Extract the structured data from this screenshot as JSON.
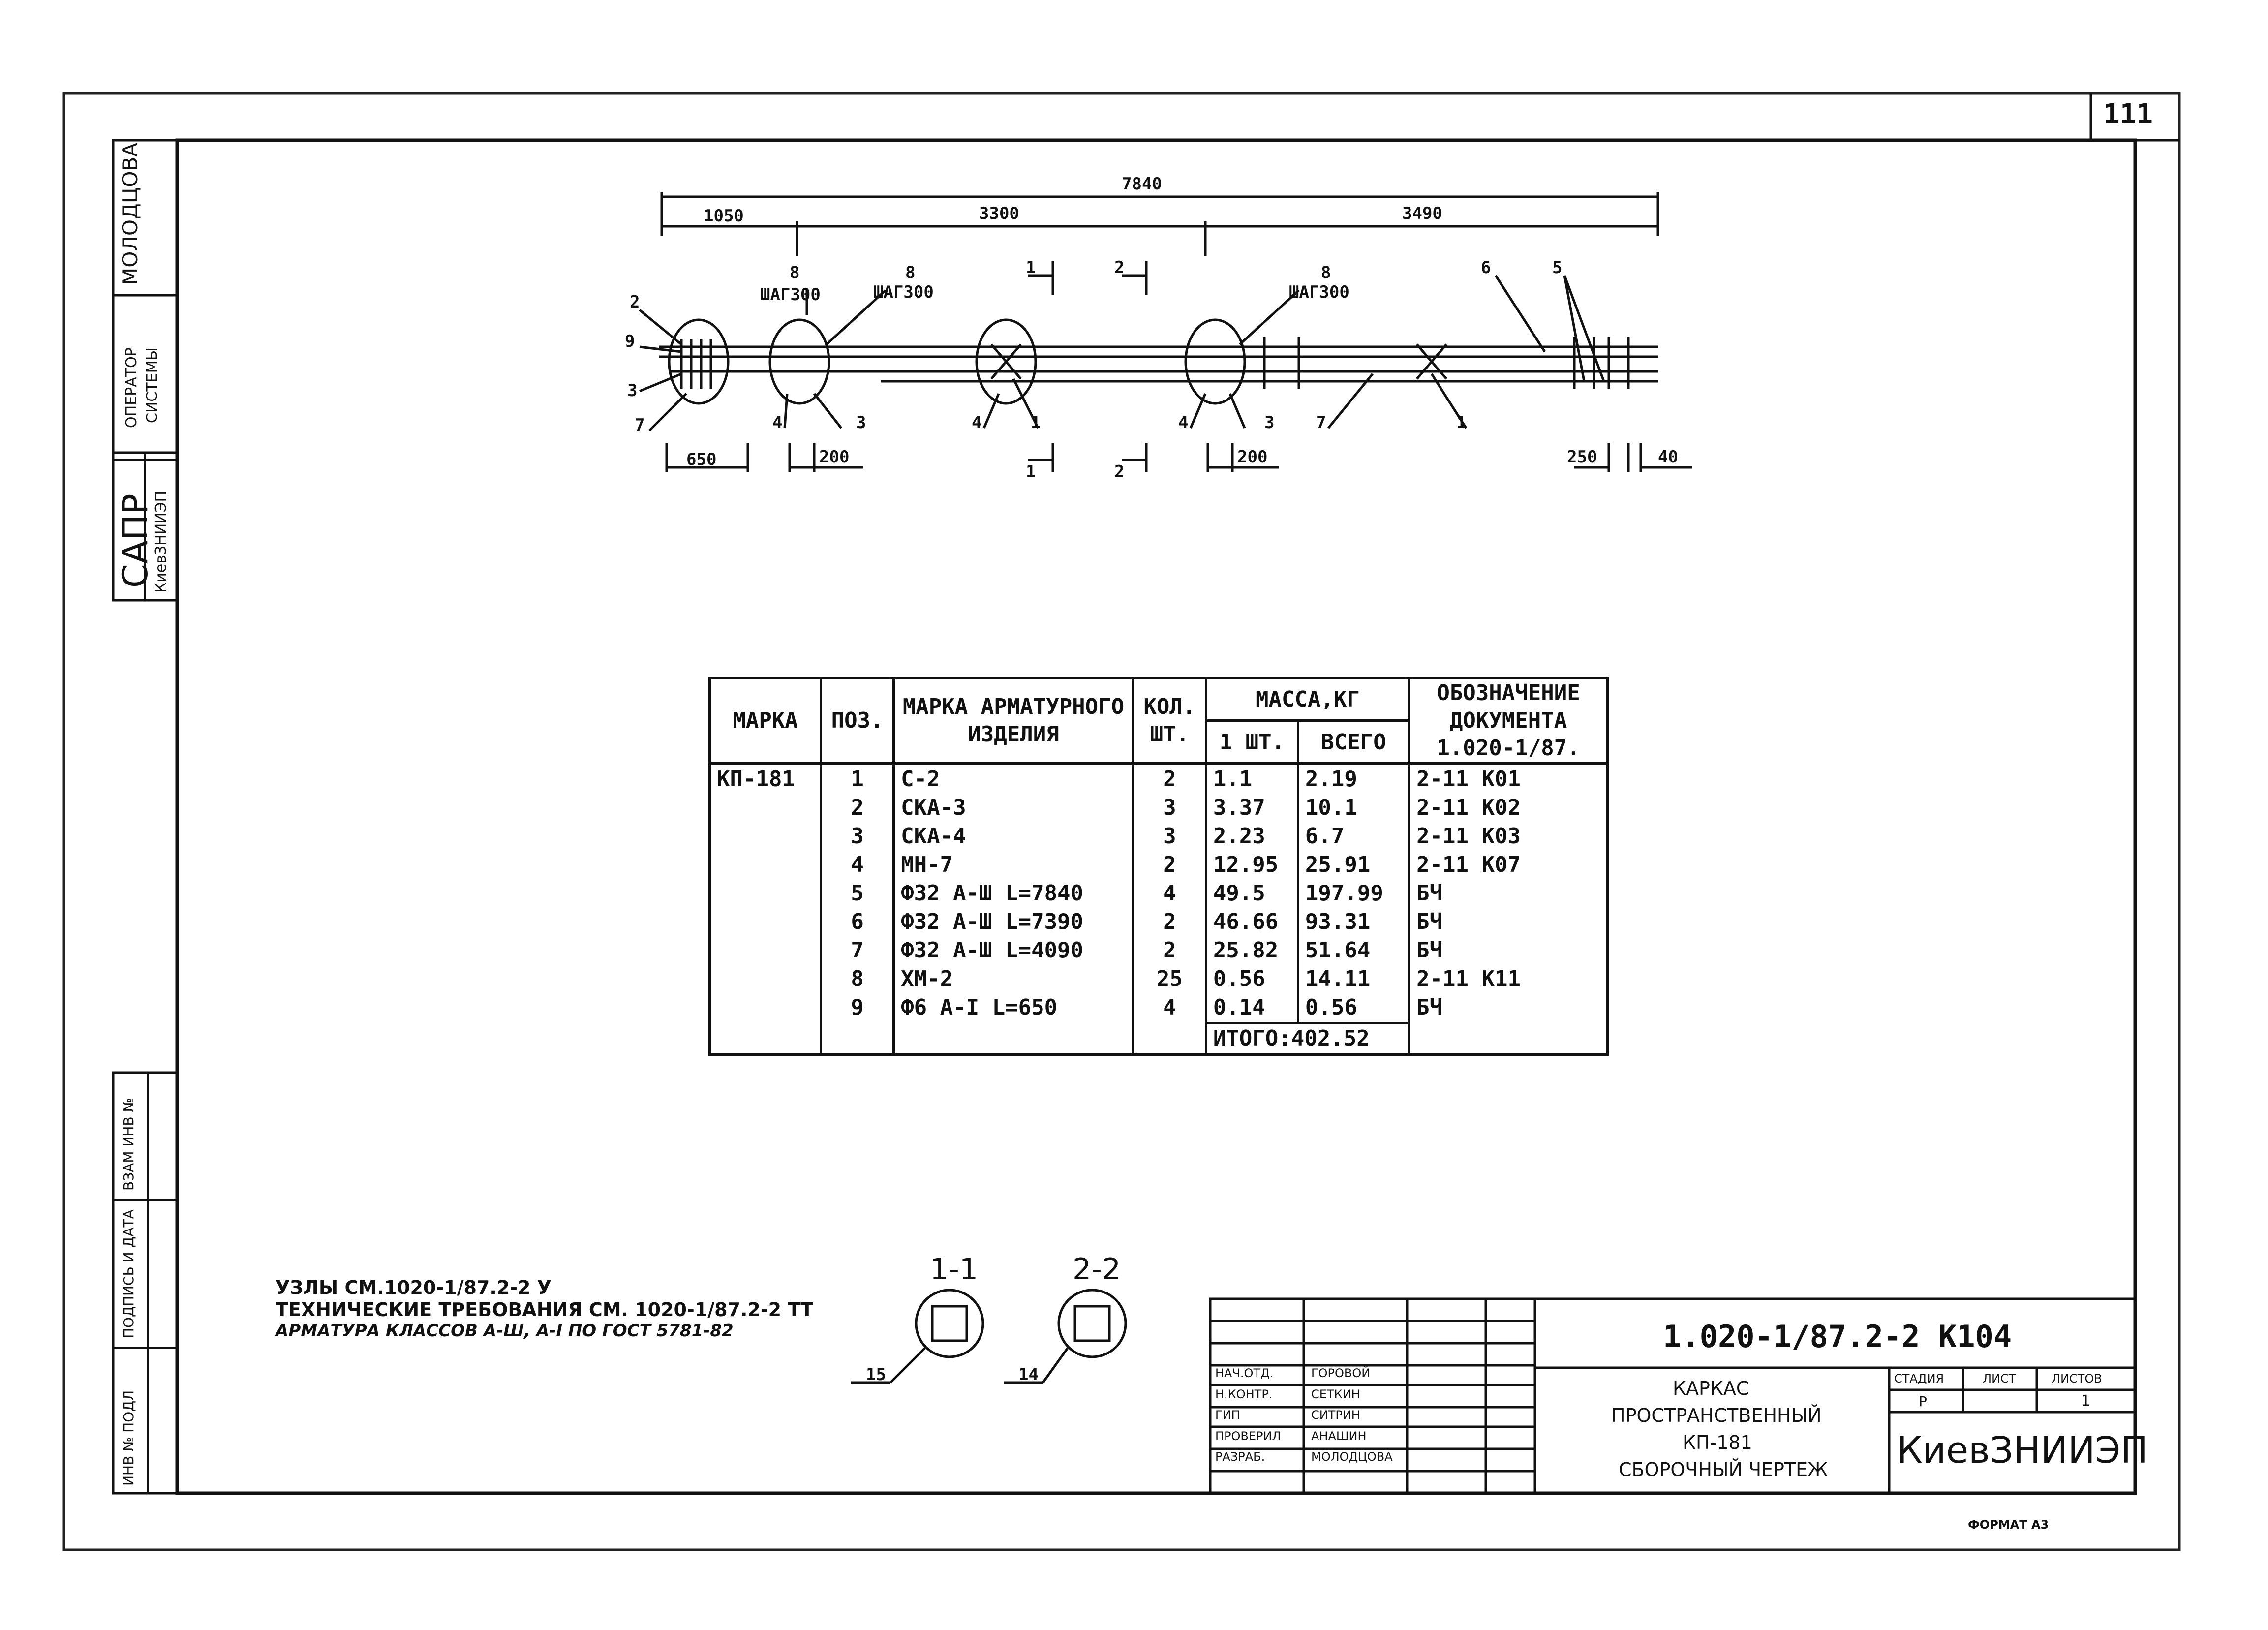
{
  "sheet_number": "111",
  "top_dims": {
    "total": "7840",
    "d1": "1050",
    "d2": "3300",
    "d3": "3490",
    "d650": "650",
    "d200a": "200",
    "d200b": "200",
    "d250": "250",
    "d40": "40"
  },
  "drawing_labels": {
    "step1_count": "8",
    "step1": "ШАГ300",
    "step2_count": "8",
    "step2": "ШАГ300",
    "step3_count": "8",
    "step3": "ШАГ300",
    "pos": [
      "2",
      "9",
      "3",
      "7",
      "4",
      "3",
      "4",
      "1",
      "4",
      "3",
      "7",
      "1",
      "6",
      "5"
    ],
    "cut1_top": "1",
    "cut1_bot": "1",
    "cut2_top": "2",
    "cut2_bot": "2"
  },
  "left_stamps": {
    "name1": "МОЛОДЦОВА",
    "op_line1": "ОПЕРАТОР",
    "op_line2": "СИСТЕМЫ",
    "sapr": "САПР",
    "sapr_org": "КиевЗНИИЭП",
    "vzam": "ВЗАМ ИНВ №",
    "podpis": "ПОДПИСЬ И ДАТА",
    "inv": "ИНВ № ПОДЛ"
  },
  "spec_table": {
    "headers": {
      "mark": "МАРКА",
      "pos": "ПОЗ.",
      "item_mark": "МАРКА АРМАТУРНОГО ИЗДЕЛИЯ",
      "qty": "КОЛ. ШТ.",
      "mass": "МАССА,КГ",
      "mass_one": "1 ШТ.",
      "mass_total": "ВСЕГО",
      "doc": "ОБОЗНАЧЕНИЕ ДОКУМЕНТА 1.020-1/87."
    },
    "mark_value": "КП-181",
    "rows": [
      {
        "pos": "1",
        "item": "С-2",
        "qty": "2",
        "one": "1.1",
        "total": "2.19",
        "doc": "2-11 К01"
      },
      {
        "pos": "2",
        "item": "СКА-3",
        "qty": "3",
        "one": "3.37",
        "total": "10.1",
        "doc": "2-11 К02"
      },
      {
        "pos": "3",
        "item": "СКА-4",
        "qty": "3",
        "one": "2.23",
        "total": "6.7",
        "doc": "2-11 К03"
      },
      {
        "pos": "4",
        "item": "МН-7",
        "qty": "2",
        "one": "12.95",
        "total": "25.91",
        "doc": "2-11 К07"
      },
      {
        "pos": "5",
        "item": "Ф32 А-Ш L=7840",
        "qty": "4",
        "one": "49.5",
        "total": "197.99",
        "doc": "БЧ"
      },
      {
        "pos": "6",
        "item": "Ф32 А-Ш L=7390",
        "qty": "2",
        "one": "46.66",
        "total": "93.31",
        "doc": "БЧ"
      },
      {
        "pos": "7",
        "item": "Ф32 А-Ш L=4090",
        "qty": "2",
        "one": "25.82",
        "total": "51.64",
        "doc": "БЧ"
      },
      {
        "pos": "8",
        "item": "ХМ-2",
        "qty": "25",
        "one": "0.56",
        "total": "14.11",
        "doc": "2-11 К11"
      },
      {
        "pos": "9",
        "item": "Ф6 А-I L=650",
        "qty": "4",
        "one": "0.14",
        "total": "0.56",
        "doc": "БЧ"
      }
    ],
    "total_label": "ИТОГО:402.52"
  },
  "notes": [
    "УЗЛЫ СМ.1020-1/87.2-2 У",
    "ТЕХНИЧЕСКИЕ ТРЕБОВАНИЯ СМ. 1020-1/87.2-2 ТТ",
    "АРМАТУРА КЛАССОВ А-Ш, А-I ПО ГОСТ 5781-82"
  ],
  "sections": {
    "s1_label": "1-1",
    "s1_pos": "15",
    "s2_label": "2-2",
    "s2_pos": "14"
  },
  "title_block": {
    "doc_code": "1.020-1/87.2-2 К104",
    "title_lines": [
      "КАРКАС",
      "ПРОСТРАНСТВЕННЫЙ",
      "КП-181",
      "СБОРОЧНЫЙ ЧЕРТЕЖ"
    ],
    "stage_label": "СТАДИЯ",
    "sheet_label": "ЛИСТ",
    "sheets_label": "ЛИСТОВ",
    "stage_value": "Р",
    "sheets_value": "1",
    "org": "КиевЗНИИЭП",
    "roles": [
      {
        "role": "НАЧ.ОТД.",
        "name": "ГОРОВОЙ"
      },
      {
        "role": "Н.КОНТР.",
        "name": "СЕТКИН"
      },
      {
        "role": "ГИП",
        "name": "СИТРИН"
      },
      {
        "role": "ПРОВЕРИЛ",
        "name": "АНАШИН"
      },
      {
        "role": "РАЗРАБ.",
        "name": "МОЛОДЦОВА"
      }
    ]
  },
  "format": "ФОРМАТ А3"
}
